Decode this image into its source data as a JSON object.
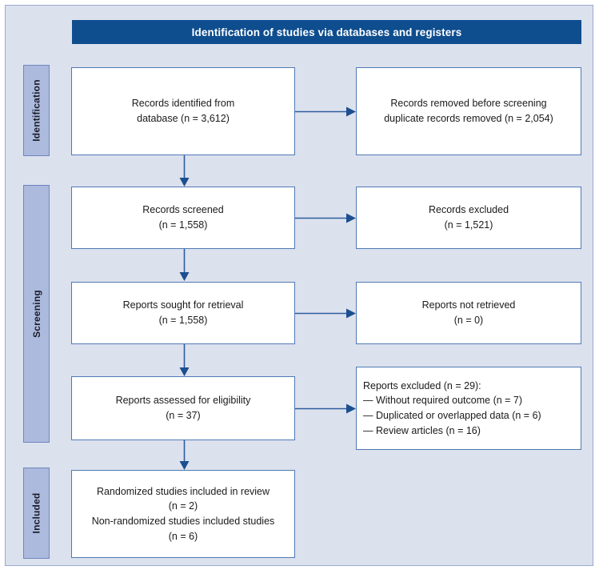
{
  "header": {
    "title": "Identification of studies via databases and registers"
  },
  "stages": [
    {
      "id": "identification",
      "label": "Identification"
    },
    {
      "id": "screening",
      "label": "Screening"
    },
    {
      "id": "included",
      "label": "Included"
    }
  ],
  "boxes": {
    "identified": "Records identified from\ndatabase (n = 3,612)",
    "removed": "Records removed before screening\nduplicate records removed (n = 2,054)",
    "screened": "Records screened\n(n = 1,558)",
    "excluded": "Records excluded\n(n = 1,521)",
    "sought": "Reports sought for retrieval\n(n = 1,558)",
    "not_retrieved": "Reports not retrieved\n(n = 0)",
    "assessed": "Reports assessed for eligibility\n(n = 37)",
    "reports_excluded": "Reports excluded (n = 29):\n— Without required outcome (n = 7)\n— Duplicated or overlapped data (n = 6)\n— Review articles (n = 16)",
    "included": "Randomized studies included in review\n(n = 2)\nNon-randomized studies included studies\n(n = 6)"
  },
  "colors": {
    "header_bg": "#0e4d8e",
    "header_text": "#ffffff",
    "panel_bg": "#dce1ee",
    "panel_border": "#9aa9cf",
    "stage_bar_bg": "#acbade",
    "stage_bar_border": "#6f86bd",
    "box_bg": "#ffffff",
    "box_border": "#4f7ab5",
    "arrow": "#2d5d9f",
    "text": "#1a1a1a"
  },
  "chart_data": {
    "type": "diagram",
    "diagram_type": "prisma-flow",
    "title": "Identification of studies via databases and registers",
    "stages": [
      "Identification",
      "Screening",
      "Included"
    ],
    "nodes": [
      {
        "id": "identified",
        "stage": "Identification",
        "column": "left",
        "label": "Records identified from database",
        "n": 3612
      },
      {
        "id": "removed",
        "stage": "Identification",
        "column": "right",
        "label": "Records removed before screening duplicate records removed",
        "n": 2054
      },
      {
        "id": "screened",
        "stage": "Screening",
        "column": "left",
        "label": "Records screened",
        "n": 1558
      },
      {
        "id": "excluded",
        "stage": "Screening",
        "column": "right",
        "label": "Records excluded",
        "n": 1521
      },
      {
        "id": "sought",
        "stage": "Screening",
        "column": "left",
        "label": "Reports sought for retrieval",
        "n": 1558
      },
      {
        "id": "not_retrieved",
        "stage": "Screening",
        "column": "right",
        "label": "Reports not retrieved",
        "n": 0
      },
      {
        "id": "assessed",
        "stage": "Screening",
        "column": "left",
        "label": "Reports assessed for eligibility",
        "n": 37
      },
      {
        "id": "reports_excluded",
        "stage": "Screening",
        "column": "right",
        "label": "Reports excluded",
        "n": 29,
        "reasons": [
          {
            "label": "Without required outcome",
            "n": 7
          },
          {
            "label": "Duplicated or overlapped data",
            "n": 6
          },
          {
            "label": "Review articles",
            "n": 16
          }
        ]
      },
      {
        "id": "included_randomized",
        "stage": "Included",
        "column": "left",
        "label": "Randomized studies included in review",
        "n": 2
      },
      {
        "id": "included_nonrandomized",
        "stage": "Included",
        "column": "left",
        "label": "Non-randomized studies included studies",
        "n": 6
      }
    ],
    "edges": [
      {
        "from": "identified",
        "to": "removed",
        "direction": "right"
      },
      {
        "from": "identified",
        "to": "screened",
        "direction": "down"
      },
      {
        "from": "screened",
        "to": "excluded",
        "direction": "right"
      },
      {
        "from": "screened",
        "to": "sought",
        "direction": "down"
      },
      {
        "from": "sought",
        "to": "not_retrieved",
        "direction": "right"
      },
      {
        "from": "sought",
        "to": "assessed",
        "direction": "down"
      },
      {
        "from": "assessed",
        "to": "reports_excluded",
        "direction": "right"
      },
      {
        "from": "assessed",
        "to": "included_randomized",
        "direction": "down"
      }
    ]
  }
}
